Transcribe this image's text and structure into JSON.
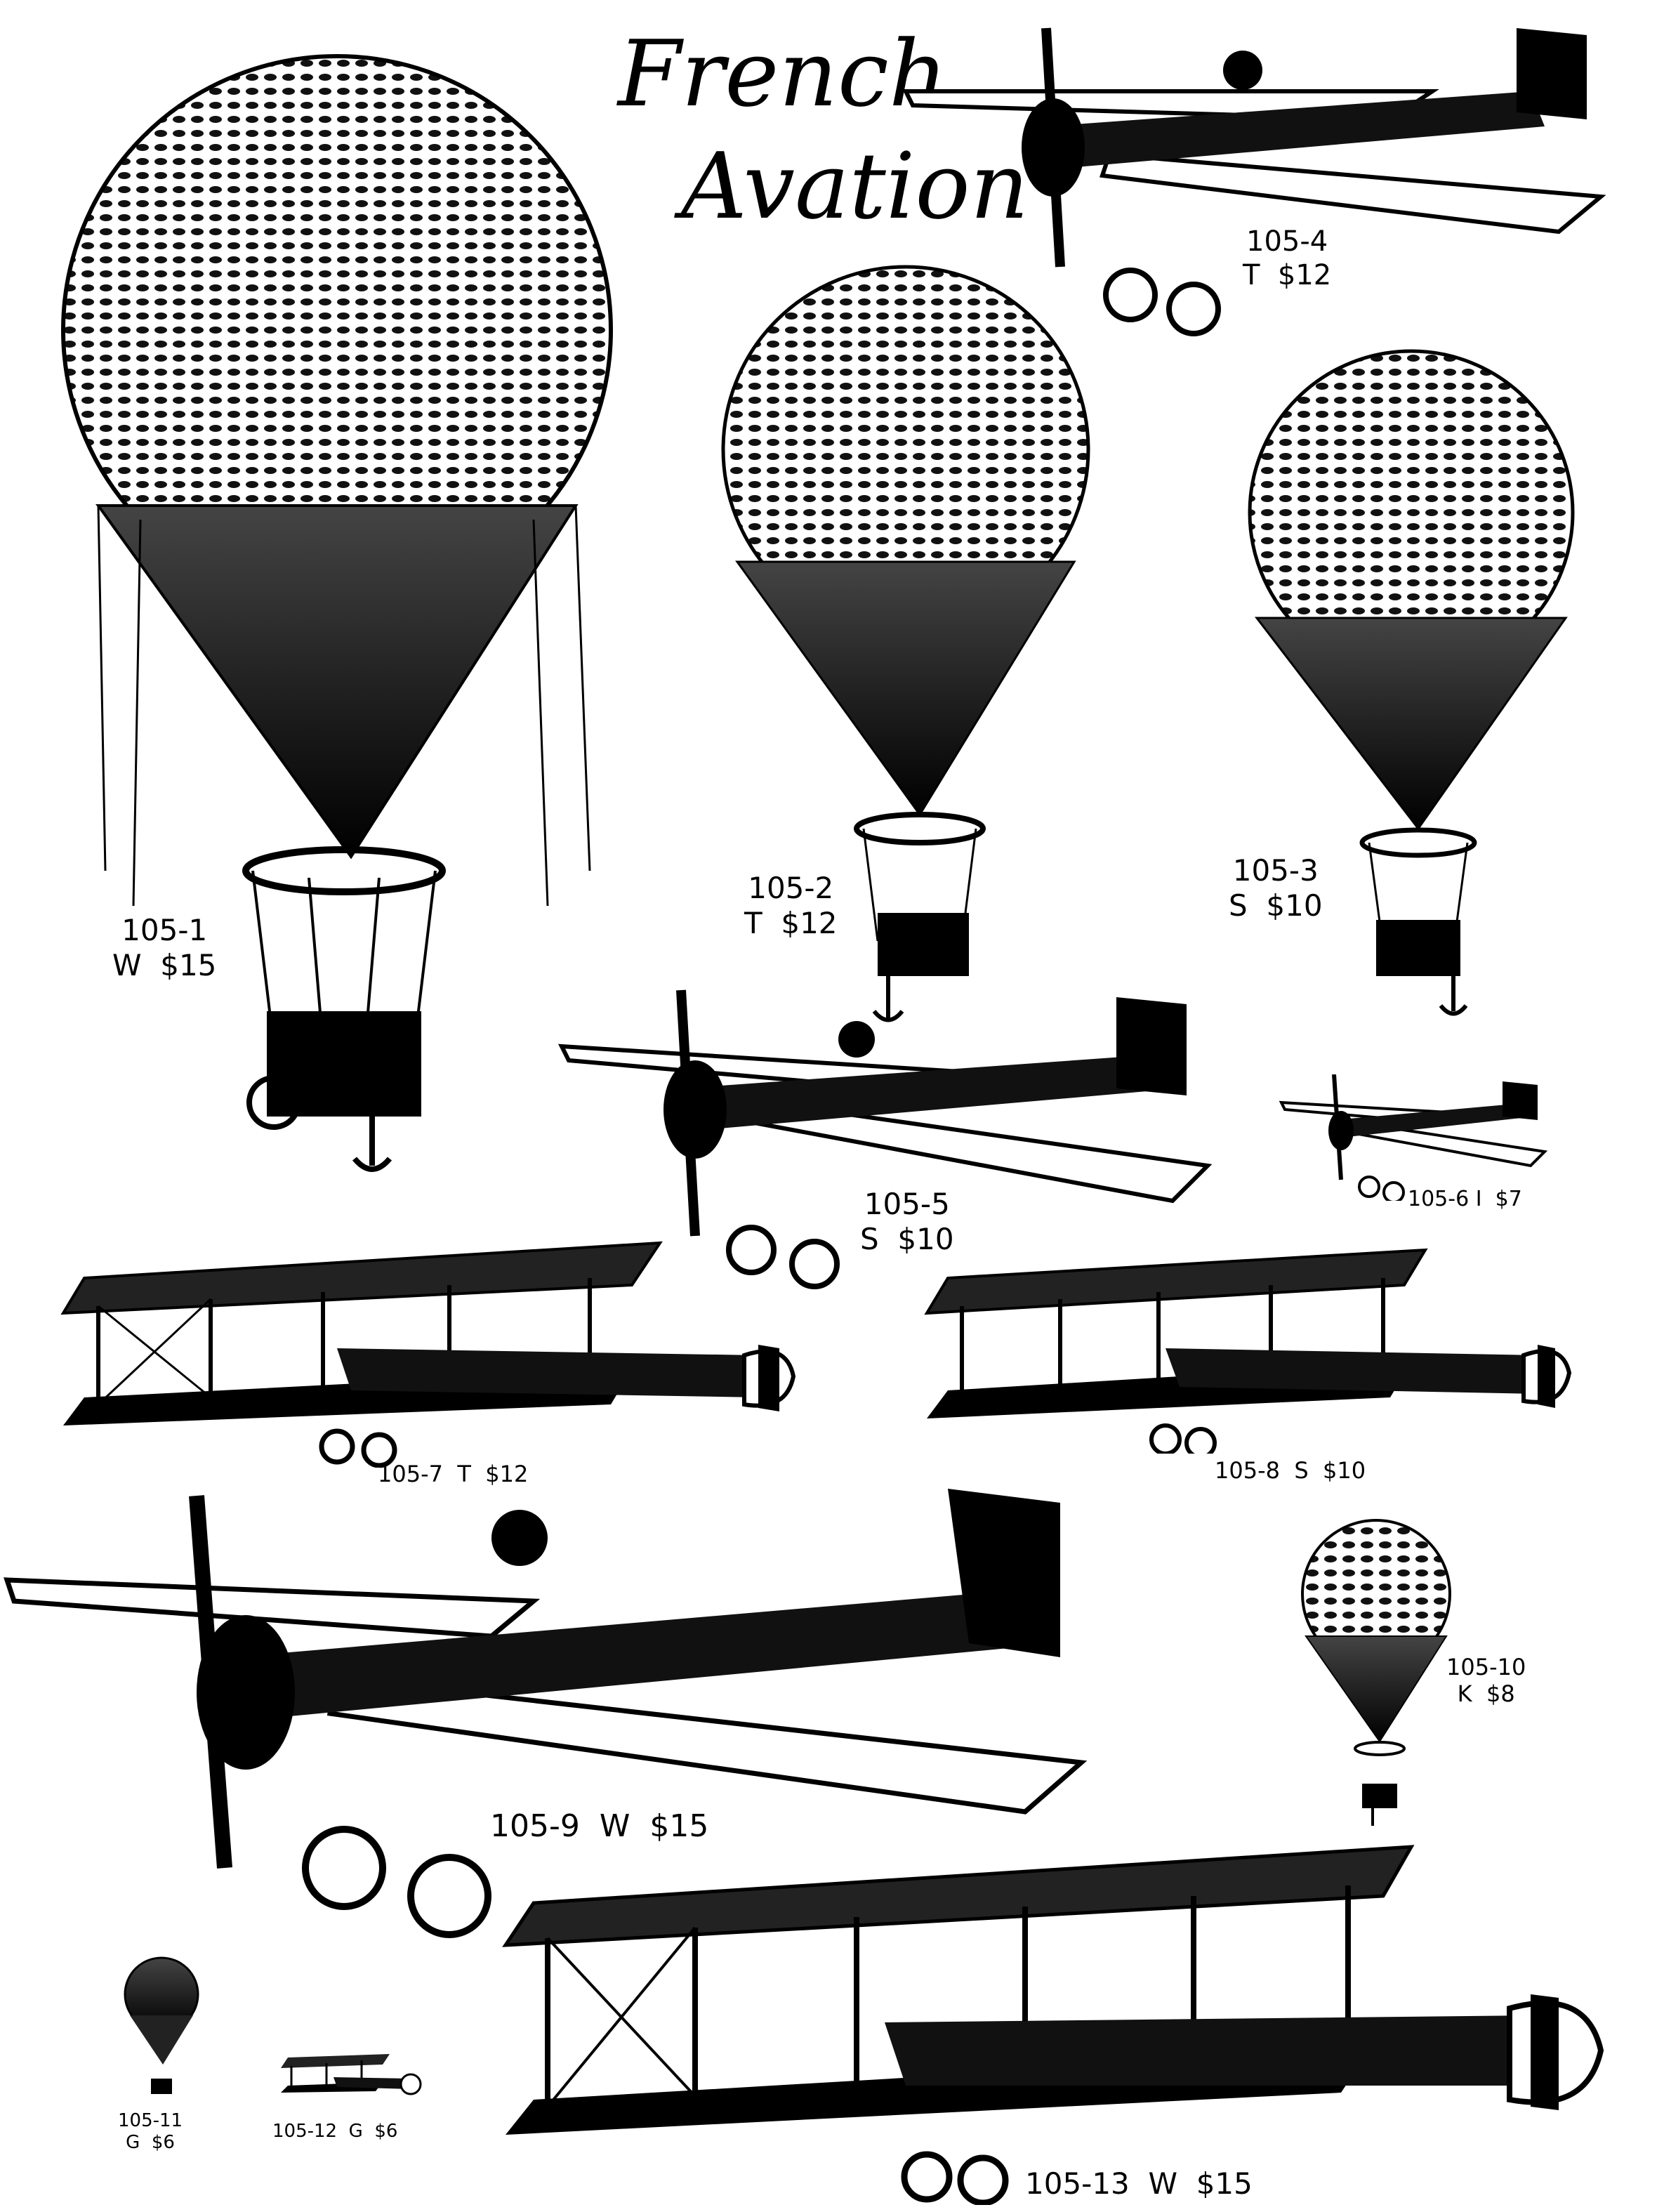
{
  "title": {
    "line1": "French",
    "line2": "Avation"
  },
  "products": [
    {
      "code": "105-1",
      "size": "W",
      "price": "$15",
      "kind": "balloon"
    },
    {
      "code": "105-2",
      "size": "T",
      "price": "$12",
      "kind": "balloon"
    },
    {
      "code": "105-3",
      "size": "S",
      "price": "$10",
      "kind": "balloon"
    },
    {
      "code": "105-4",
      "size": "T",
      "price": "$12",
      "kind": "monoplane"
    },
    {
      "code": "105-5",
      "size": "S",
      "price": "$10",
      "kind": "monoplane"
    },
    {
      "code": "105-6",
      "size": "I",
      "price": "$7",
      "kind": "monoplane"
    },
    {
      "code": "105-7",
      "size": "T",
      "price": "$12",
      "kind": "biplane"
    },
    {
      "code": "105-8",
      "size": "S",
      "price": "$10",
      "kind": "biplane"
    },
    {
      "code": "105-9",
      "size": "W",
      "price": "$15",
      "kind": "monoplane"
    },
    {
      "code": "105-10",
      "size": "K",
      "price": "$8",
      "kind": "balloon"
    },
    {
      "code": "105-11",
      "size": "G",
      "price": "$6",
      "kind": "balloon"
    },
    {
      "code": "105-12",
      "size": "G",
      "price": "$6",
      "kind": "biplane"
    },
    {
      "code": "105-13",
      "size": "W",
      "price": "$15",
      "kind": "biplane"
    }
  ],
  "colors": {
    "ink": "#000000",
    "paper": "#ffffff",
    "shade": "#2a2a2a"
  }
}
